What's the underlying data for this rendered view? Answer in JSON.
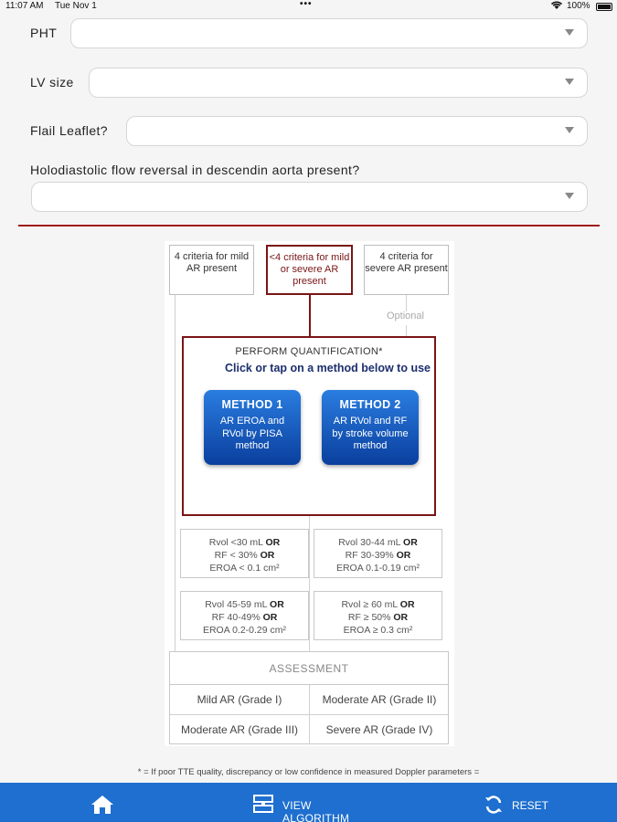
{
  "status_bar": {
    "time": "11:07 AM",
    "date": "Tue Nov 1",
    "dots": "•••",
    "battery": "100%"
  },
  "form": {
    "pht_label": "PHT",
    "lv_size_label": "LV size",
    "flail_label": "Flail Leaflet?",
    "holodiastolic_label": "Holodiastolic flow reversal in descendin aorta present?"
  },
  "algorithm": {
    "criteria_mild": "4 criteria for mild AR present",
    "criteria_mid": "<4 criteria for mild or severe AR present",
    "criteria_severe": "4 criteria for severe AR present",
    "optional": "Optional",
    "quant_title": "PERFORM QUANTIFICATION*",
    "quant_sub": "Click or tap on a method below to use",
    "method1_title": "METHOD 1",
    "method1_desc": "AR EROA and RVol by PISA method",
    "method2_title": "METHOD 2",
    "method2_desc": "AR RVol and RF by stroke volume method",
    "results": [
      {
        "l1a": "Rvol <30 mL ",
        "l1b": "OR",
        "l2a": "RF < 30% ",
        "l2b": "OR",
        "l3": "EROA < 0.1 cm²"
      },
      {
        "l1a": "Rvol 30-44 mL ",
        "l1b": "OR",
        "l2a": "RF 30-39% ",
        "l2b": "OR",
        "l3": "EROA 0.1-0.19 cm²"
      },
      {
        "l1a": "Rvol 45-59 mL ",
        "l1b": "OR",
        "l2a": "RF 40-49% ",
        "l2b": "OR",
        "l3": "EROA 0.2-0.29 cm²"
      },
      {
        "l1a": "Rvol ≥ 60 mL ",
        "l1b": "OR",
        "l2a": "RF ≥ 50% ",
        "l2b": "OR",
        "l3": "EROA ≥ 0.3 cm²"
      }
    ],
    "assessment_title": "ASSESSMENT",
    "grades": [
      "Mild AR (Grade I)",
      "Moderate AR (Grade II)",
      "Moderate AR (Grade III)",
      "Severe AR (Grade IV)"
    ]
  },
  "footnote": "* = If poor TTE quality, discrepancy or low confidence in measured Doppler parameters =",
  "bottom_bar": {
    "view_label": "VIEW ALGORITHM",
    "reset_label": "RESET"
  },
  "colors": {
    "accent_red": "#7a1515",
    "primary_blue": "#1e6fcf",
    "method_blue": "#0a3f9e"
  }
}
